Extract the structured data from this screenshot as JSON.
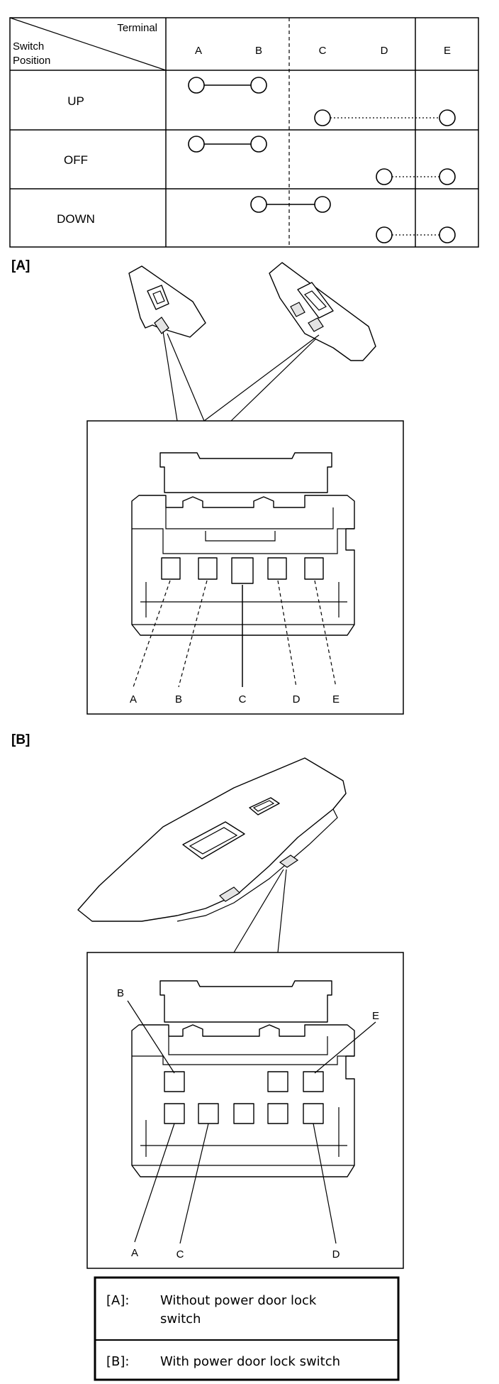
{
  "continuity_table": {
    "header_terminal": "Terminal",
    "header_switch_line1": "Switch",
    "header_switch_line2": "Position",
    "columns": [
      "A",
      "B",
      "C",
      "D",
      "E"
    ],
    "rows": [
      {
        "position": "UP",
        "connections": [
          [
            "A",
            "B"
          ],
          [
            "C",
            "E"
          ]
        ]
      },
      {
        "position": "OFF",
        "connections": [
          [
            "A",
            "B"
          ],
          [
            "D",
            "E"
          ]
        ]
      },
      {
        "position": "DOWN",
        "connections": [
          [
            "B",
            "C"
          ],
          [
            "D",
            "E"
          ]
        ]
      }
    ]
  },
  "section_a": {
    "label": "[A]",
    "pins": [
      "A",
      "B",
      "C",
      "D",
      "E"
    ]
  },
  "section_b": {
    "label": "[B]",
    "pins": [
      "B",
      "E",
      "A",
      "C",
      "D"
    ]
  },
  "legend": [
    {
      "key": "[A]:",
      "text_line1": "Without power door lock",
      "text_line2": "switch"
    },
    {
      "key": "[B]:",
      "text_line1": "With power door lock switch",
      "text_line2": ""
    }
  ]
}
